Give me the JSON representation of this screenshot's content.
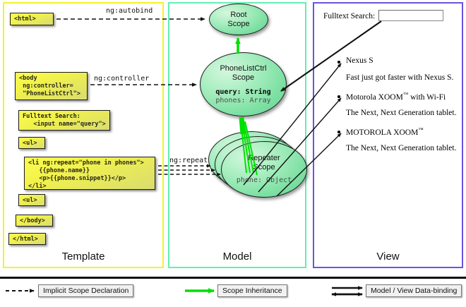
{
  "columns": [
    {
      "key": "template",
      "label": "Template",
      "accent": "#f2f22a"
    },
    {
      "key": "model",
      "label": "Model",
      "accent": "#61f0b0"
    },
    {
      "key": "view",
      "label": "View",
      "accent": "#6a54e0"
    }
  ],
  "template": {
    "boxes": [
      {
        "name": "html-open-box",
        "text": "<html>"
      },
      {
        "name": "body-controller-box",
        "text": "<body\n ng:controller=\n \"PhoneListCtrl\">"
      },
      {
        "name": "fulltext-search-box",
        "text": "Fulltext Search:\n   <input name=\"query\">"
      },
      {
        "name": "ul-open-box",
        "text": "<ul>"
      },
      {
        "name": "li-repeat-box",
        "text": "<li ng:repeat=\"phone in phones\">\n   {{phone.name}}\n   <p>{{phone.snippet}}</p>\n</li>"
      },
      {
        "name": "ul-close-box",
        "text": "<ul>"
      },
      {
        "name": "body-close-box",
        "text": "</body>"
      },
      {
        "name": "html-close-box",
        "text": "</html>"
      }
    ]
  },
  "annotations": {
    "autobind": "ng:autobind",
    "controller": "ng:controller",
    "repeat": "ng:repeat"
  },
  "model": {
    "scopes": [
      {
        "name": "root-scope",
        "title_line1": "Root",
        "title_line2": "Scope",
        "props": []
      },
      {
        "name": "phonelistctrl-scope",
        "title_line1": "PhoneListCtrl",
        "title_line2": "Scope",
        "props": [
          {
            "text": "query: String",
            "style": "bold"
          },
          {
            "text": "phones: Array",
            "style": "dim"
          }
        ]
      },
      {
        "name": "repeater-scope",
        "title_line1": "Repeater",
        "title_line2": "Scope",
        "props": [
          {
            "text": "phone: Object",
            "style": "dim"
          }
        ]
      }
    ]
  },
  "view": {
    "search_label": "Fulltext Search:",
    "search_value": "",
    "search_placeholder": "",
    "phones": [
      {
        "name": "Nexus S",
        "snippet": "Fast just got faster with Nexus S."
      },
      {
        "name": "Motorola XOOM",
        "tm": true,
        "suffix": " with Wi-Fi",
        "snippet": "The Next, Next Generation tablet."
      },
      {
        "name": "MOTOROLA XOOM",
        "tm": true,
        "suffix": "",
        "snippet": "The Next, Next Generation tablet."
      }
    ]
  },
  "legend": [
    {
      "name": "legend-implicit-scope",
      "label": "Implicit Scope Declaration",
      "marker": "dashed-arrow",
      "color": "#111111"
    },
    {
      "name": "legend-scope-inheritance",
      "label": "Scope Inheritance",
      "marker": "green-arrow",
      "color": "#00e000"
    },
    {
      "name": "legend-data-binding",
      "label": "Model / View Data-binding",
      "marker": "double-arrow",
      "color": "#111111"
    }
  ],
  "colors": {
    "template_accent": "#f2f22a",
    "model_accent": "#61f0b0",
    "view_accent": "#6a54e0",
    "code_box": "#f2f24a",
    "scope_fill": "#7ce0a2",
    "inheritance_arrow": "#00e000"
  }
}
